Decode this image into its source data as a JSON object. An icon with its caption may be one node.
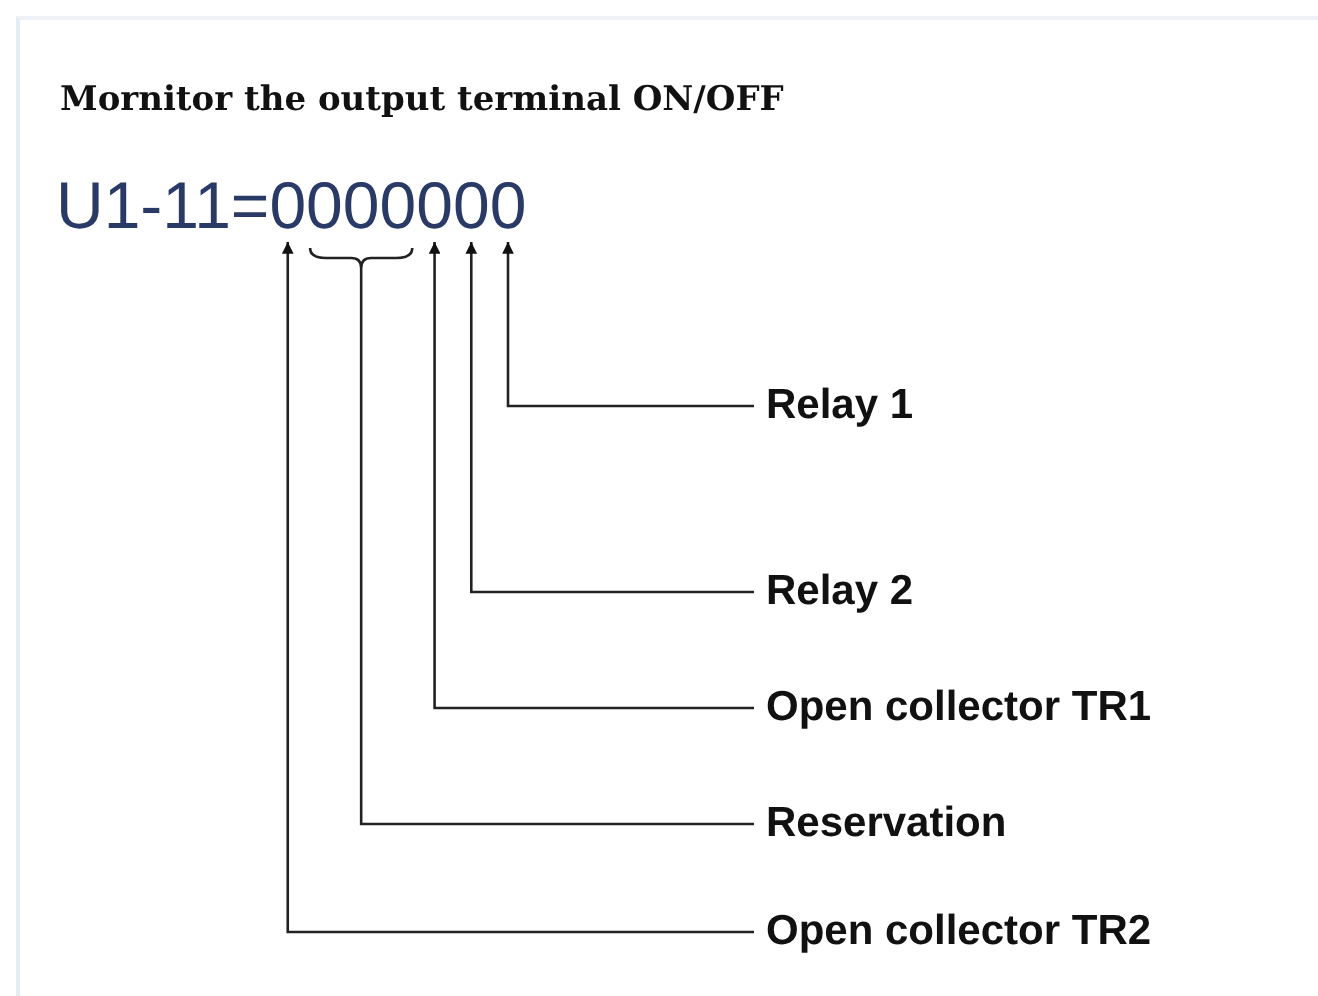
{
  "diagram": {
    "title": "Mornitor the output terminal ON/OFF",
    "nodes": [
      {
        "text": [
          "U1-11=0000000"
        ]
      },
      {
        "text": [],
        "shape": "bracket"
      },
      {
        "text": [
          "Relay 1"
        ]
      },
      {
        "text": [
          "Relay 2"
        ]
      },
      {
        "text": [
          "Open collector TR1"
        ]
      },
      {
        "text": [
          "Reservation"
        ]
      },
      {
        "text": [
          "Open collector TR2"
        ]
      }
    ],
    "edges": [
      {
        "from": 2,
        "to": 0,
        "arrow": "to"
      },
      {
        "from": 3,
        "to": 0,
        "arrow": "to"
      },
      {
        "from": 4,
        "to": 0,
        "arrow": "to"
      },
      {
        "from": 5,
        "to": 1,
        "arrow": "none"
      },
      {
        "from": 6,
        "to": 0,
        "arrow": "to"
      }
    ]
  }
}
